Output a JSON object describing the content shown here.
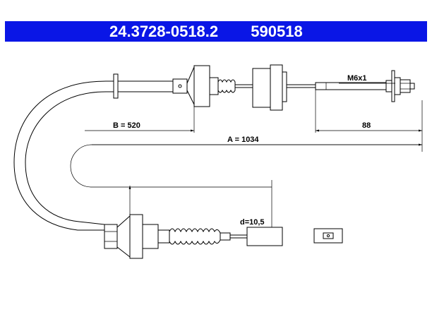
{
  "header": {
    "part_number": "24.3728-0518.2",
    "ref_number": "590518",
    "background_color": "#0a16e6",
    "text_color": "#ffffff"
  },
  "dimensions": {
    "thread": "M6x1",
    "b_length": "B = 520",
    "a_length": "A = 1034",
    "end_length": "88",
    "diameter": "d=10,5"
  }
}
